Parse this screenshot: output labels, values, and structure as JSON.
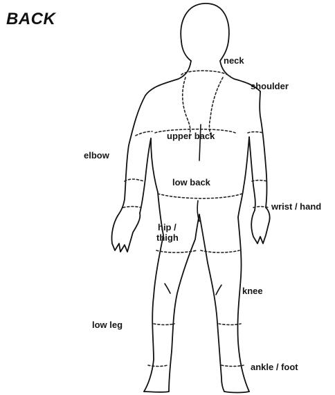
{
  "title": "BACK",
  "labels": {
    "neck": "neck",
    "shoulder": "shoulder",
    "upper_back": "upper back",
    "elbow": "elbow",
    "low_back": "low back",
    "wrist_hand": "wrist / hand",
    "hip_thigh_line1": "hip /",
    "hip_thigh_line2": "thigh",
    "knee": "knee",
    "low_leg": "low leg",
    "ankle_foot": "ankle / foot"
  }
}
